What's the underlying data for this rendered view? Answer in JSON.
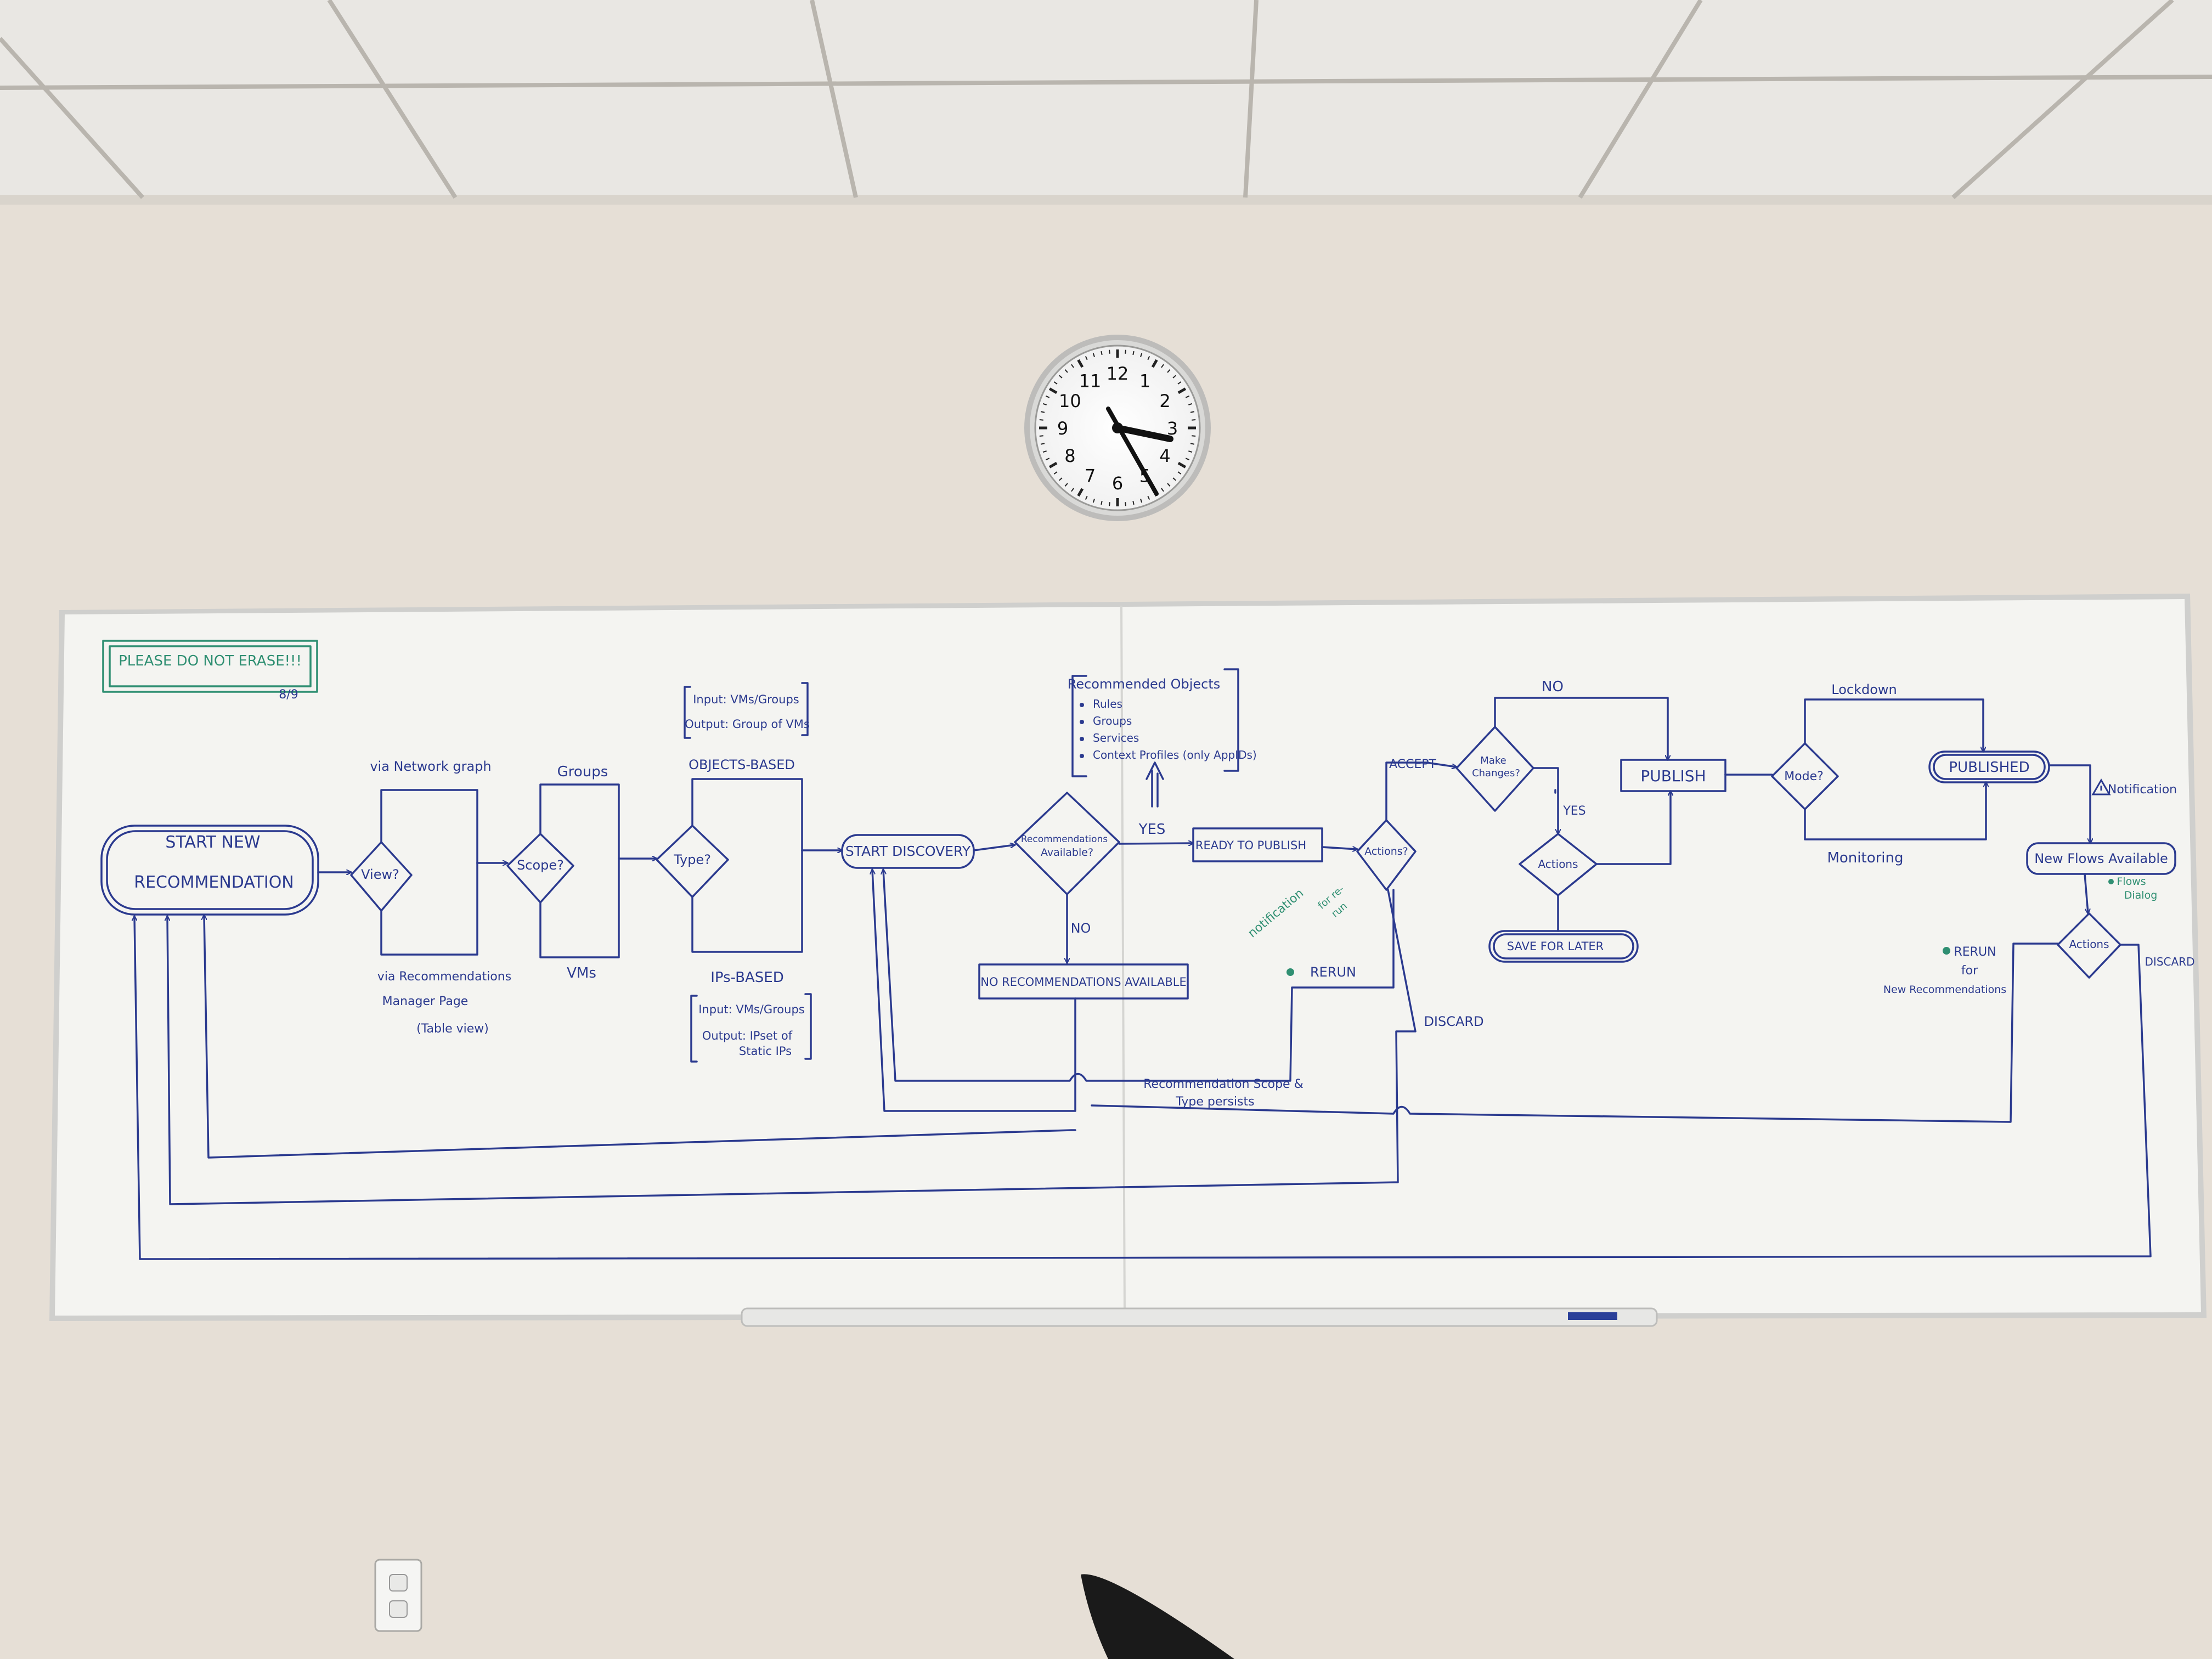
{
  "colors": {
    "wall": "#e6dfd6",
    "ceiling": "#e9e7e3",
    "board": "#f4f4f1",
    "ink_blue": "#2b3a8f",
    "ink_green": "#2f8f72"
  },
  "clock": {
    "numerals": [
      "12",
      "1",
      "2",
      "3",
      "4",
      "5",
      "6",
      "7",
      "8",
      "9",
      "10",
      "11"
    ]
  },
  "note": {
    "text": "PLEASE DO NOT ERASE!!!",
    "date": "8/9"
  },
  "nodes": {
    "start_line1": "START   NEW",
    "start_line2": "RECOMMENDATION",
    "view": "View?",
    "via_network_graph": "via Network graph",
    "via_rec_line1": "via Recommendations",
    "via_rec_line2": "Manager Page",
    "via_rec_line3": "(Table view)",
    "scope": "Scope?",
    "groups": "Groups",
    "vms": "VMs",
    "type": "Type?",
    "objects_based": "OBJECTS-BASED",
    "obj_input": "Input: VMs/Groups",
    "obj_output": "Output: Group of VMs",
    "ips_based": "IPs-BASED",
    "ips_input": "Input: VMs/Groups",
    "ips_output_line1": "Output: IPset of",
    "ips_output_line2": "Static IPs",
    "start_discovery": "START DISCOVERY",
    "rec_avail_line1": "Recommendations",
    "rec_avail_line2": "Available?",
    "yes": "YES",
    "no": "NO",
    "no_recs": "NO RECOMMENDATIONS AVAILABLE",
    "ready": "READY TO PUBLISH",
    "rec_objects_title": "Recommended Objects",
    "rec_objects": [
      "Rules",
      "Groups",
      "Services",
      "Context Profiles (only AppIDs)"
    ],
    "actions1": "Actions?",
    "accept": "ACCEPT",
    "rerun": "RERUN",
    "discard": "DISCARD",
    "notification": "notification",
    "for_rerun_line1": "for re-",
    "for_rerun_line2": "run",
    "make_changes_line1": "Make",
    "make_changes_line2": "Changes?",
    "no_top": "NO",
    "yes_changes": "YES",
    "actions2": "Actions",
    "save_later": "SAVE FOR LATER",
    "publish": "PUBLISH",
    "mode": "Mode?",
    "lockdown": "Lockdown",
    "monitoring": "Monitoring",
    "published": "PUBLISHED",
    "notif_label": "Notification",
    "new_flows": "New Flows Available",
    "flows_dialog_line1": "Flows",
    "flows_dialog_line2": "Dialog",
    "actions3": "Actions",
    "rerun2_line1": "RERUN",
    "rerun2_line2": "for",
    "rerun2_line3": "New Recommendations",
    "discard2": "DISCARD",
    "persist_line1": "Recommendation Scope &",
    "persist_line2": "Type persists"
  }
}
